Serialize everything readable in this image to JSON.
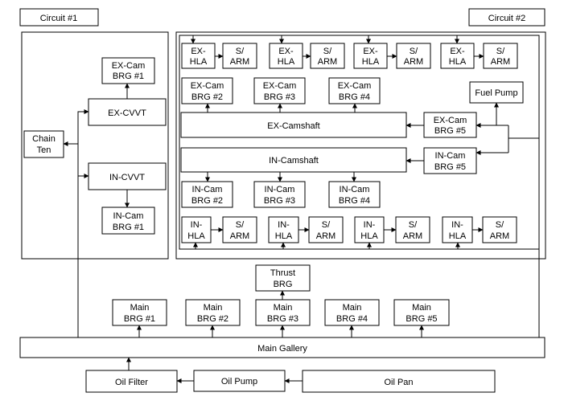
{
  "circuits": {
    "c1": "Circuit #1",
    "c2": "Circuit #2"
  },
  "circuit1": {
    "ex_cam_brg1": [
      "EX-Cam",
      "BRG #1"
    ],
    "ex_cvvt": "EX-CVVT",
    "chain_ten": [
      "Chain",
      "Ten"
    ],
    "in_cvvt": "IN-CVVT",
    "in_cam_brg1": [
      "IN-Cam",
      "BRG #1"
    ]
  },
  "circuit2": {
    "ex_hla": [
      [
        "EX-",
        "HLA"
      ],
      [
        "EX-",
        "HLA"
      ],
      [
        "EX-",
        "HLA"
      ],
      [
        "EX-",
        "HLA"
      ]
    ],
    "ex_sarm": [
      [
        "S/",
        "ARM"
      ],
      [
        "S/",
        "ARM"
      ],
      [
        "S/",
        "ARM"
      ],
      [
        "S/",
        "ARM"
      ]
    ],
    "ex_cam_brgs": [
      [
        "EX-Cam",
        "BRG #2"
      ],
      [
        "EX-Cam",
        "BRG #3"
      ],
      [
        "EX-Cam",
        "BRG #4"
      ]
    ],
    "fuel_pump": "Fuel Pump",
    "ex_cam_brg5": [
      "EX-Cam",
      "BRG #5"
    ],
    "ex_camshaft": "EX-Camshaft",
    "in_camshaft": "IN-Camshaft",
    "in_cam_brg5": [
      "IN-Cam",
      "BRG #5"
    ],
    "in_cam_brgs": [
      [
        "IN-Cam",
        "BRG #2"
      ],
      [
        "IN-Cam",
        "BRG #3"
      ],
      [
        "IN-Cam",
        "BRG #4"
      ]
    ],
    "in_hla": [
      [
        "IN-",
        "HLA"
      ],
      [
        "IN-",
        "HLA"
      ],
      [
        "IN-",
        "HLA"
      ],
      [
        "IN-",
        "HLA"
      ]
    ],
    "in_sarm": [
      [
        "S/",
        "ARM"
      ],
      [
        "S/",
        "ARM"
      ],
      [
        "S/",
        "ARM"
      ],
      [
        "S/",
        "ARM"
      ]
    ]
  },
  "lower": {
    "thrust_brg": [
      "Thrust",
      "BRG"
    ],
    "main_brgs": [
      [
        "Main",
        "BRG #1"
      ],
      [
        "Main",
        "BRG #2"
      ],
      [
        "Main",
        "BRG #3"
      ],
      [
        "Main",
        "BRG #4"
      ],
      [
        "Main",
        "BRG #5"
      ]
    ],
    "main_gallery": "Main Gallery",
    "oil_filter": "Oil Filter",
    "oil_pump": "Oil Pump",
    "oil_pan": "Oil Pan"
  }
}
